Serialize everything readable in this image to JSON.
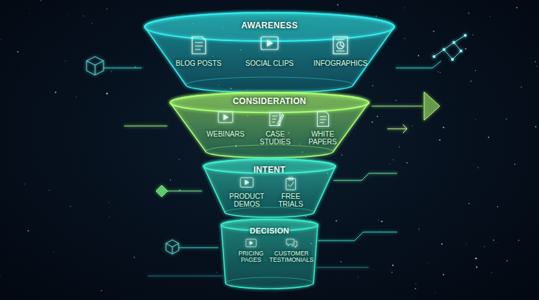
{
  "diagram": {
    "nodes": [
      {
        "text": [
          "AWARENESS",
          "BLOG POSTS",
          "SOCIAL CLIPS",
          "INFOGRAPHICS"
        ]
      },
      {
        "text": [
          "CONSIDERATION",
          "WEBINARS",
          "CASE STUDIES",
          "WHITE PAPERS"
        ]
      },
      {
        "text": [
          "INTENT",
          "PRODUCT DEMOS",
          "FREE TRIALS"
        ]
      },
      {
        "text": [
          "DECISION",
          "PRICING PAGES",
          "CUSTOMER TESTIMONIALS"
        ]
      }
    ]
  }
}
